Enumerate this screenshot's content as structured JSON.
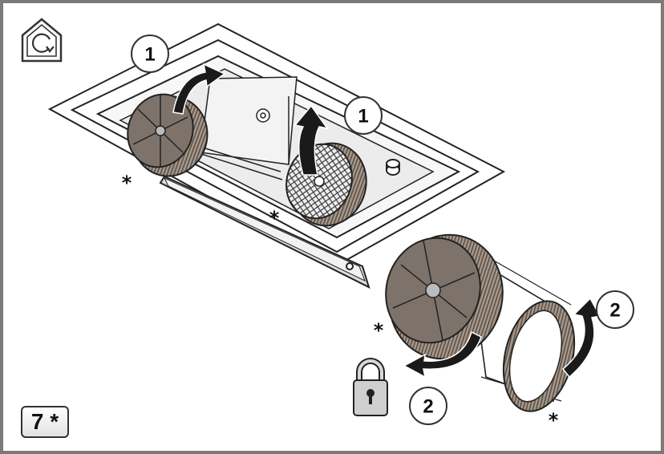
{
  "callouts": {
    "step_1a": "1",
    "step_1b": "1",
    "step_2a": "2",
    "step_2b": "2"
  },
  "markers": {
    "asterisk": "*"
  },
  "badge": {
    "label": "7 *"
  },
  "icons": {
    "top_left": "house-rotate-icon",
    "lock": "padlock-icon"
  },
  "colors": {
    "frame": "#7a7a7a",
    "filter_face": "#7d736b",
    "filter_rim": "#a19082",
    "arrow": "#1a1a1a"
  }
}
